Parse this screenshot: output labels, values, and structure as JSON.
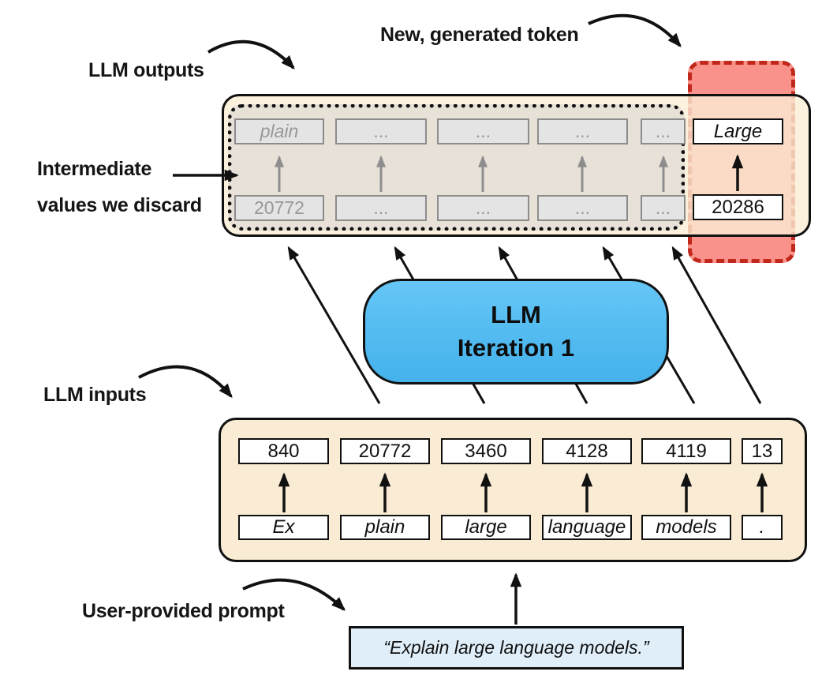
{
  "labels": {
    "new_generated_token": "New, generated token",
    "llm_outputs": "LLM outputs",
    "intermediate_line1": "Intermediate",
    "intermediate_line2": "values we discard",
    "llm_inputs": "LLM inputs",
    "user_prompt": "User-provided prompt"
  },
  "llm_box": {
    "line1": "LLM",
    "line2": "Iteration 1"
  },
  "output_box": {
    "discarded_top_row": [
      "plain",
      "...",
      "...",
      "...",
      "..."
    ],
    "discarded_bottom_row": [
      "20772",
      "...",
      "...",
      "...",
      "..."
    ],
    "generated_token": "Large",
    "generated_token_id": "20286"
  },
  "input_box": {
    "token_ids": [
      "840",
      "20772",
      "3460",
      "4128",
      "4119",
      "13"
    ],
    "tokens": [
      "Ex",
      "plain",
      "large",
      "language",
      "models",
      "."
    ]
  },
  "prompt_box": {
    "text": "“Explain large language models.”"
  },
  "colors": {
    "red_dashed_border": "#C1281B",
    "salmon_fill": "#F8928A",
    "peach_overlap": "#FAD0B5",
    "llm_blue": "#52BBF0",
    "cream": "#FAECD4",
    "discard_gray_bg": "#E8E1D7",
    "token_gray": "#E4E4E4",
    "prompt_blue": "#DFEEF9"
  }
}
